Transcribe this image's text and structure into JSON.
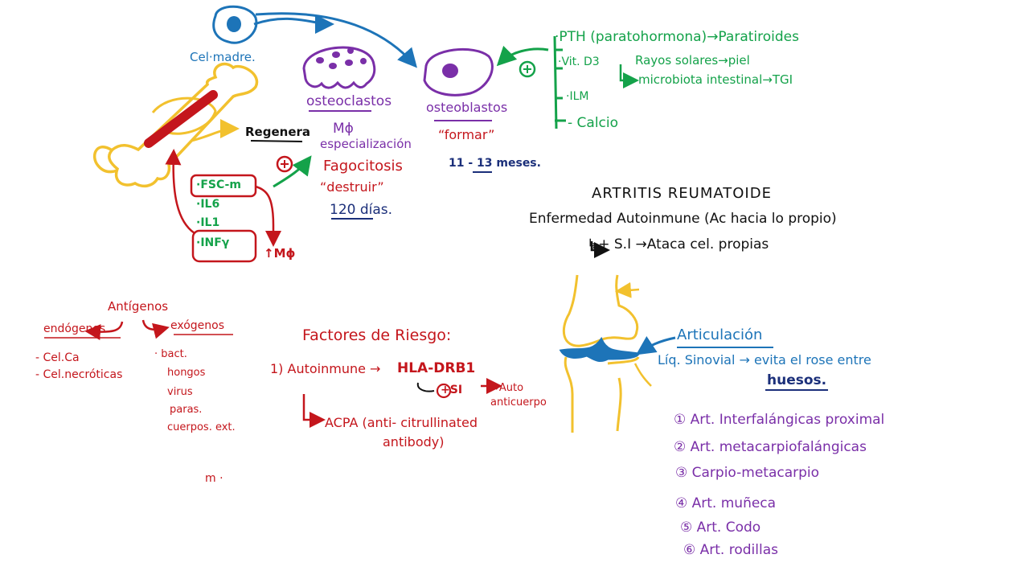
{
  "colors": {
    "purple": "#7a2fa8",
    "red": "#c4161c",
    "green": "#14a24a",
    "blue": "#1d74b8",
    "navy": "#1b2f7a",
    "yellow": "#f2c12e",
    "black": "#111111"
  },
  "bone": {
    "stem_cell": "Cel·madre.",
    "osteoclasts": {
      "label": "osteoclastos",
      "macrophage": "Mϕ",
      "specialization": "especialización",
      "phagocytosis": "Fagocitosis",
      "destroy": "“destruir”",
      "days": "120 días."
    },
    "osteoblasts": {
      "label": "osteoblastos",
      "form": "“formar”",
      "months": "11 - 13 meses."
    },
    "regenerate": "Regenera",
    "plus": "+",
    "cytokines": [
      "·FSC-m",
      "·IL6",
      "·IL1",
      "·INFγ"
    ],
    "macrophage_up": "↑Mϕ",
    "regulators": {
      "pth": "·PTH (paratohormona)→Paratiroides",
      "vitd": "·Vit. D3",
      "sun": "Rayos solares→piel",
      "microbiota": "microbiota intestinal→TGI",
      "ilm": "·ILM",
      "calcium": "- Calcio"
    }
  },
  "ra": {
    "title": "ARTRITIS REUMATOIDE",
    "definition": "Enfermedad Autoinmune (Ac hacia lo propio)",
    "mechanism": "↳+ S.I →Ataca cel. propias"
  },
  "antigens": {
    "title": "Antígenos",
    "endogenous": "endógenos",
    "exogenous": "exógenos",
    "endo_items": [
      "- Cel.Ca",
      "- Cel.necróticas"
    ],
    "exo_items": [
      "· bact.",
      "hongos",
      "virus",
      "paras.",
      "cuerpos. ext."
    ],
    "m": "m ·"
  },
  "risk": {
    "title": "Factores de Riesgo:",
    "autoimmune": "1) Autoinmune →",
    "gene": "HLA-DRB1",
    "si": "+SI",
    "antibody": "→Auto anticuerpo",
    "acpa1": "ACPA (anti- citrullinated",
    "acpa2": "antibody)"
  },
  "joint": {
    "label": "Articulación",
    "fluid": "Líq. Sinovial → evita el rose entre",
    "bones": "huesos."
  },
  "joints_list": [
    "① Art. Interfalángicas proximal",
    "② Art. metacarpiofalángicas",
    "③ Carpio-metacarpio",
    "④ Art. muñeca",
    "⑤ Art. Codo",
    "⑥ Art. rodillas"
  ]
}
